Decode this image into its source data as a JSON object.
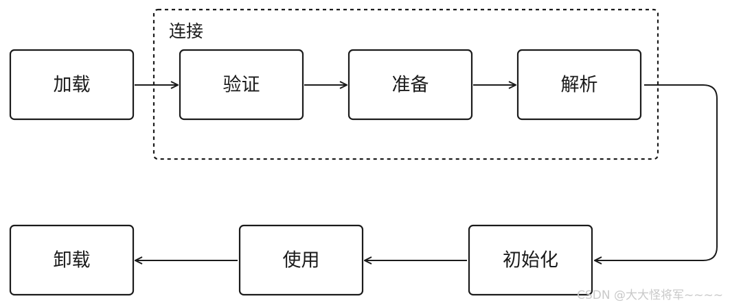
{
  "group": {
    "label": "连接"
  },
  "nodes": {
    "load": "加载",
    "verify": "验证",
    "prepare": "准备",
    "resolve": "解析",
    "initialize": "初始化",
    "use": "使用",
    "unload": "卸载"
  },
  "edges": [
    {
      "from": "加载",
      "to": "验证"
    },
    {
      "from": "验证",
      "to": "准备"
    },
    {
      "from": "准备",
      "to": "解析"
    },
    {
      "from": "解析",
      "to": "初始化"
    },
    {
      "from": "初始化",
      "to": "使用"
    },
    {
      "from": "使用",
      "to": "卸载"
    }
  ],
  "watermark": "CSDN @大大怪将军~~~~"
}
